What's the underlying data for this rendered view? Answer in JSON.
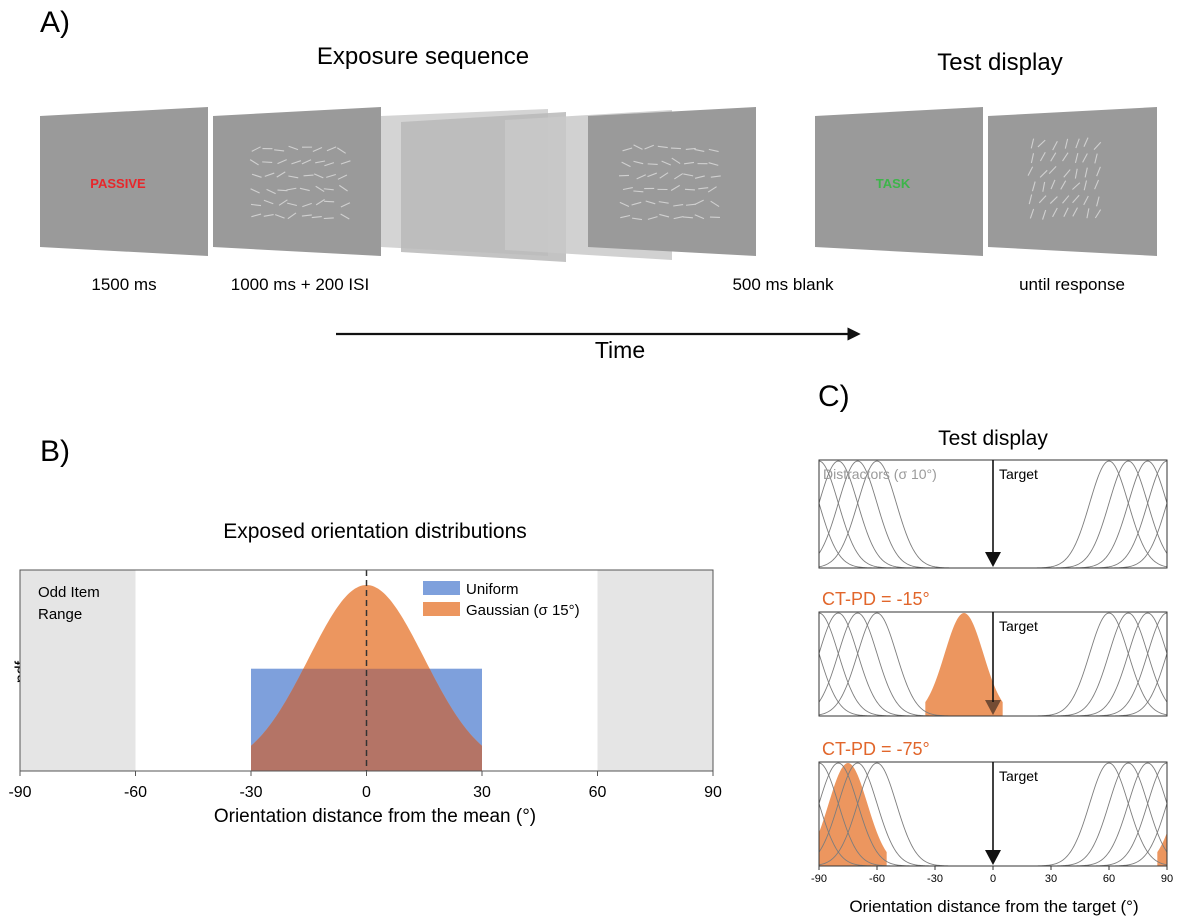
{
  "panelA": {
    "label": "A)",
    "exposure_title": "Exposure sequence",
    "test_title": "Test display",
    "frames": [
      {
        "word": "PASSIVE",
        "word_color": "#e8262b",
        "duration": "1500 ms"
      },
      {
        "duration": "1000 ms + 200 ISI"
      },
      {
        "duration": "500 ms blank"
      },
      {
        "word": "TASK",
        "word_color": "#3db54a",
        "duration": "until response"
      }
    ],
    "time_label": "Time",
    "screen_color": "#9a9a9a"
  },
  "panelB": {
    "label": "B)",
    "title": "Exposed orientation distributions",
    "odd_item_range": [
      "Odd Item",
      "Range"
    ],
    "ylabel": "pdf",
    "xlabel": "Orientation distance from the mean (°)",
    "legend": {
      "uniform": "Uniform",
      "gaussian": "Gaussian (σ 15°)"
    },
    "colors": {
      "uniform": "#7ea0dc",
      "gaussian": "#ec965f",
      "overlap": "#b47466",
      "shade": "#e5e5e5"
    },
    "chart_data": {
      "type": "area",
      "xlim": [
        -90,
        90
      ],
      "xticks": [
        -90,
        -60,
        -30,
        0,
        30,
        60,
        90
      ],
      "shaded_ranges": [
        [
          -90,
          -60
        ],
        [
          60,
          90
        ]
      ],
      "series": [
        {
          "name": "Uniform",
          "range": [
            -30,
            30
          ],
          "relative_height": 0.55
        },
        {
          "name": "Gaussian (σ 15°)",
          "mean": 0,
          "sd": 15,
          "truncate": [
            -30,
            30
          ]
        }
      ]
    }
  },
  "panelC": {
    "label": "C)",
    "title": "Test display",
    "target_label": "Target",
    "distractor_label": "Distractors (σ 10°)",
    "subplots": [
      {
        "title": ""
      },
      {
        "title": "CT-PD = -15°"
      },
      {
        "title": "CT-PD = -75°"
      }
    ],
    "xlabel": "Orientation distance from the target (°)",
    "title_color": "#e1662b",
    "fill_color": "#ec965f",
    "chart_data": {
      "type": "line",
      "xlim": [
        -90,
        90
      ],
      "xticks": [
        -90,
        -60,
        -30,
        0,
        30,
        60,
        90
      ],
      "target": 0,
      "distractor_sd": 10,
      "distractor_means_sample": [
        -85,
        -75,
        -65,
        65,
        75,
        85
      ],
      "ct_pd": [
        -15,
        -75
      ]
    }
  }
}
